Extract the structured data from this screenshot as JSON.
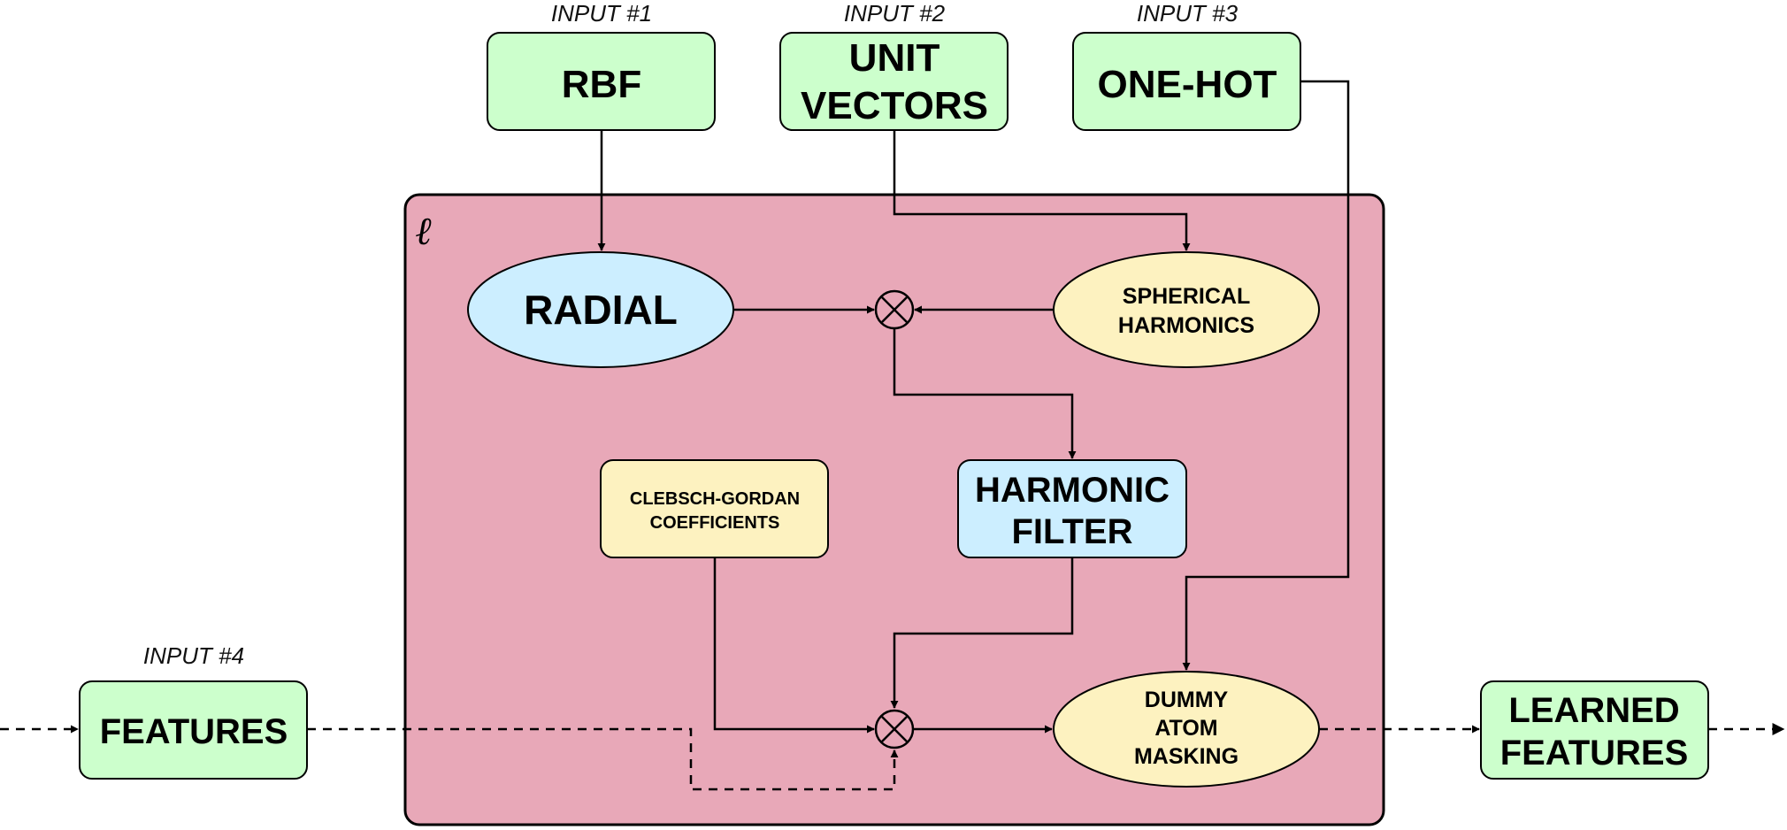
{
  "inputs": {
    "input1": {
      "label": "INPUT #1",
      "box": "RBF"
    },
    "input2": {
      "label": "INPUT #2",
      "box_line1": "UNIT",
      "box_line2": "VECTORS"
    },
    "input3": {
      "label": "INPUT #3",
      "box": "ONE-HOT"
    },
    "input4": {
      "label": "INPUT #4",
      "box": "FEATURES"
    }
  },
  "layer": {
    "symbol": "ℓ"
  },
  "nodes": {
    "radial": "RADIAL",
    "spherical_line1": "SPHERICAL",
    "spherical_line2": "HARMONICS",
    "cg_line1": "CLEBSCH-GORDAN",
    "cg_line2": "COEFFICIENTS",
    "harmonic_line1": "HARMONIC",
    "harmonic_line2": "FILTER",
    "dummy_line1": "DUMMY",
    "dummy_line2": "ATOM",
    "dummy_line3": "MASKING",
    "multiply_symbol": "×"
  },
  "output": {
    "line1": "LEARNED",
    "line2": "FEATURES"
  },
  "colors": {
    "input_fill": "#ccffcc",
    "layer_fill": "#e8a8b8",
    "blue_fill": "#cceeff",
    "yellow_fill": "#fdf2c0",
    "stroke": "#000000"
  }
}
